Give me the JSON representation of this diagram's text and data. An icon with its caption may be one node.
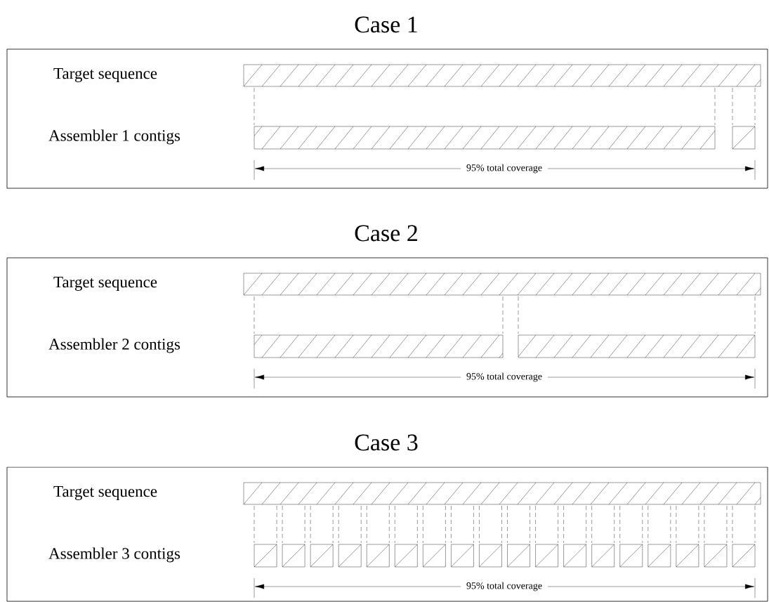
{
  "diagram": {
    "nodes": [
      {
        "text": [
          "Case 1"
        ]
      },
      {
        "text": [
          "Case 2"
        ]
      },
      {
        "text": [
          "Case 3"
        ]
      }
    ],
    "edges": [],
    "labels": [
      "Target sequence",
      "Assembler 1 contigs",
      "95% total coverage",
      "Target sequence",
      "Assembler 2 contigs",
      "95% total coverage",
      "Target sequence",
      "Assembler 3 contigs",
      "95% total coverage"
    ]
  }
}
